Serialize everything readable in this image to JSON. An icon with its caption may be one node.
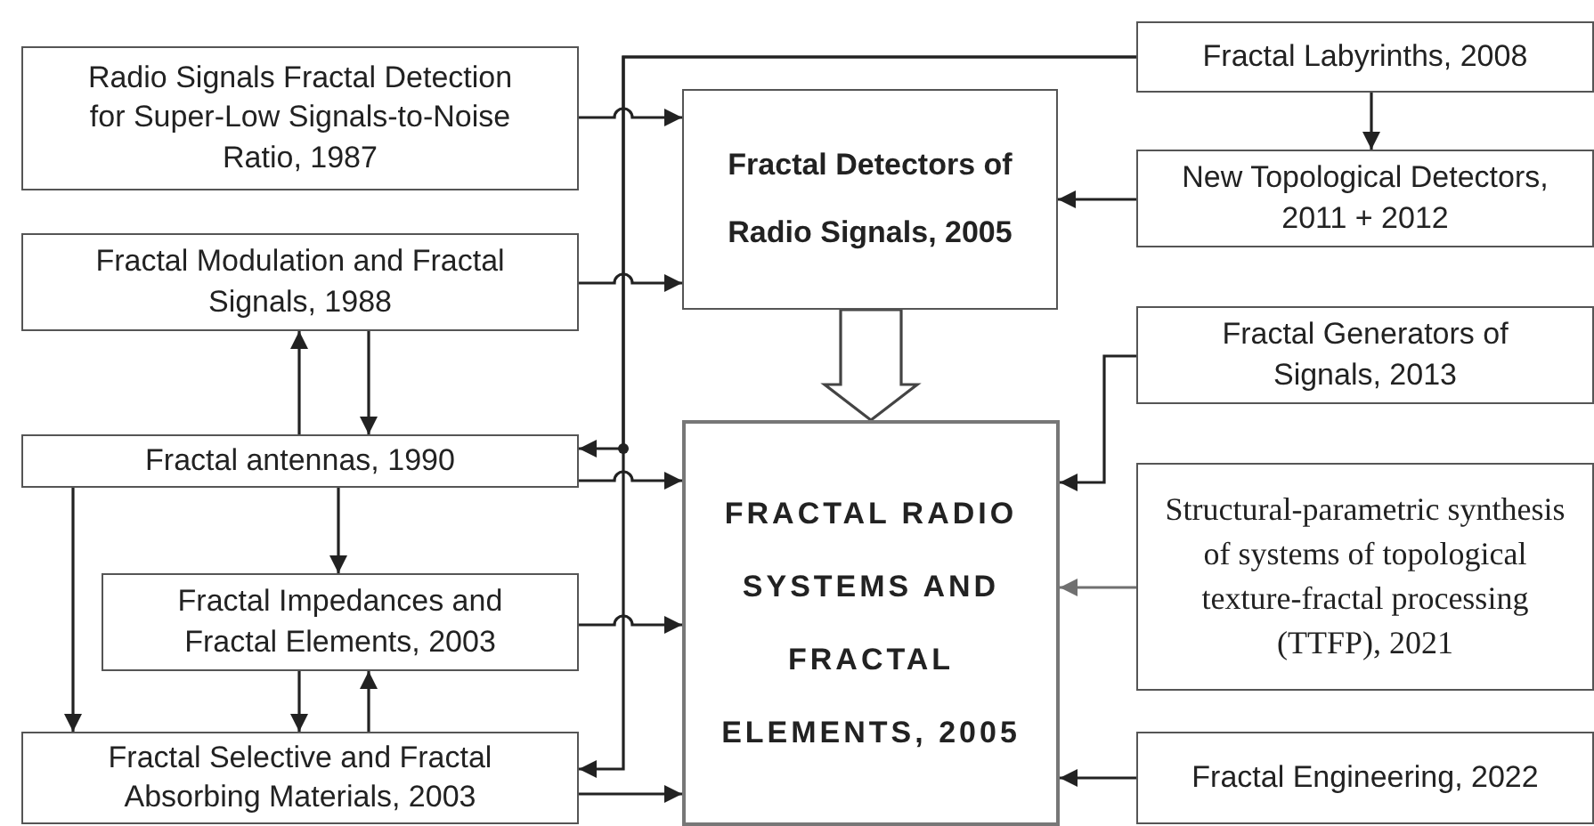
{
  "diagram": {
    "nodes": [
      {
        "text": [
          "Radio Signals Fractal Detection for Super-Low Signals-to-Noise Ratio, 1987"
        ]
      },
      {
        "text": [
          "Fractal Modulation and Fractal Signals, 1988"
        ]
      },
      {
        "text": [
          "Fractal antennas, 1990"
        ]
      },
      {
        "text": [
          "Fractal Impedances and Fractal Elements, 2003"
        ]
      },
      {
        "text": [
          "Fractal Selective and Fractal Absorbing Materials, 2003"
        ]
      },
      {
        "text": [
          "Fractal Detectors of Radio Signals, 2005"
        ]
      },
      {
        "text": [
          "FRACTAL RADIO SYSTEMS AND FRACTAL ELEMENTS, 2005"
        ]
      },
      {
        "text": [
          "Fractal Labyrinths, 2008"
        ]
      },
      {
        "text": [
          "New Topological Detectors, 2011 + 2012"
        ]
      },
      {
        "text": [
          "Fractal Generators of Signals, 2013"
        ]
      },
      {
        "text": [
          "Structural-parametric synthesis of systems of topological texture-fractal processing (TTFP), 2021"
        ]
      },
      {
        "text": [
          "Fractal Engineering, 2022"
        ]
      }
    ],
    "edges": [
      {
        "from": 0,
        "to": 5,
        "arrow": "to"
      },
      {
        "from": 1,
        "to": 5,
        "arrow": "to"
      },
      {
        "from": 2,
        "to": 1,
        "arrow": "to"
      },
      {
        "from": 1,
        "to": 2,
        "arrow": "to"
      },
      {
        "from": 2,
        "to": 6,
        "arrow": "to"
      },
      {
        "from": 7,
        "to": 2,
        "arrow": "to"
      },
      {
        "from": 7,
        "to": 4,
        "arrow": "to"
      },
      {
        "from": 7,
        "to": 8,
        "arrow": "to"
      },
      {
        "from": 8,
        "to": 5,
        "arrow": "to"
      },
      {
        "from": 2,
        "to": 3,
        "arrow": "to"
      },
      {
        "from": 2,
        "to": 4,
        "arrow": "to"
      },
      {
        "from": 3,
        "to": 6,
        "arrow": "to"
      },
      {
        "from": 3,
        "to": 4,
        "arrow": "to"
      },
      {
        "from": 4,
        "to": 3,
        "arrow": "to"
      },
      {
        "from": 4,
        "to": 6,
        "arrow": "to"
      },
      {
        "from": 5,
        "to": 6,
        "arrow": "to",
        "style": "thick"
      },
      {
        "from": 9,
        "to": 6,
        "arrow": "to"
      },
      {
        "from": 10,
        "to": 6,
        "arrow": "to",
        "color": "#707070"
      },
      {
        "from": 11,
        "to": 6,
        "arrow": "to"
      }
    ]
  }
}
